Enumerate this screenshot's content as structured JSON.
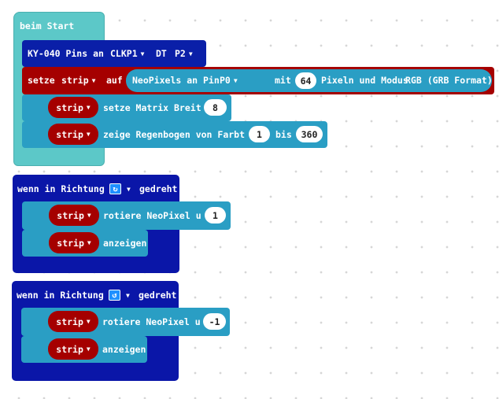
{
  "start_block": {
    "hat_label": "beim Start",
    "ky040": {
      "label": "KY-040 Pins an",
      "clk": "CLKP1",
      "dt_label": "DT",
      "dt": "P2"
    },
    "set_strip": {
      "setze": "setze",
      "var": "strip",
      "auf": "auf",
      "neopixels": "NeoPixels an Pin",
      "pin": "P0",
      "mit": "mit",
      "count": "64",
      "pixeln_modus": "Pixeln und Modus",
      "mode": "RGB (GRB Format)"
    },
    "matrix": {
      "var": "strip",
      "label": "setze Matrix Breit",
      "value": "8"
    },
    "rainbow": {
      "var": "strip",
      "label": "zeige Regenbogen von Farbt",
      "from": "1",
      "bis": "bis",
      "to": "360"
    }
  },
  "rotate_right": {
    "hat_label": "wenn in Richtung",
    "direction_icon": "arrow-clockwise-icon",
    "direction_glyph": "↻",
    "gedreht": "gedreht",
    "rotate": {
      "var": "strip",
      "label": "rotiere NeoPixel u",
      "value": "1"
    },
    "show": {
      "var": "strip",
      "label": "anzeigen"
    }
  },
  "rotate_left": {
    "hat_label": "wenn in Richtung",
    "direction_icon": "arrow-counterclockwise-icon",
    "direction_glyph": "↺",
    "gedreht": "gedreht",
    "rotate": {
      "var": "strip",
      "label": "rotiere NeoPixel u",
      "value": "-1"
    },
    "show": {
      "var": "strip",
      "label": "anzeigen"
    }
  },
  "dropdown_caret": "▼",
  "colors": {
    "start_teal": "#5cc8c8",
    "ky_navy": "#0a1fa8",
    "variable_red": "#a50000",
    "neopixel_blue": "#2a9ec4",
    "event_blue": "#0a16a8"
  }
}
